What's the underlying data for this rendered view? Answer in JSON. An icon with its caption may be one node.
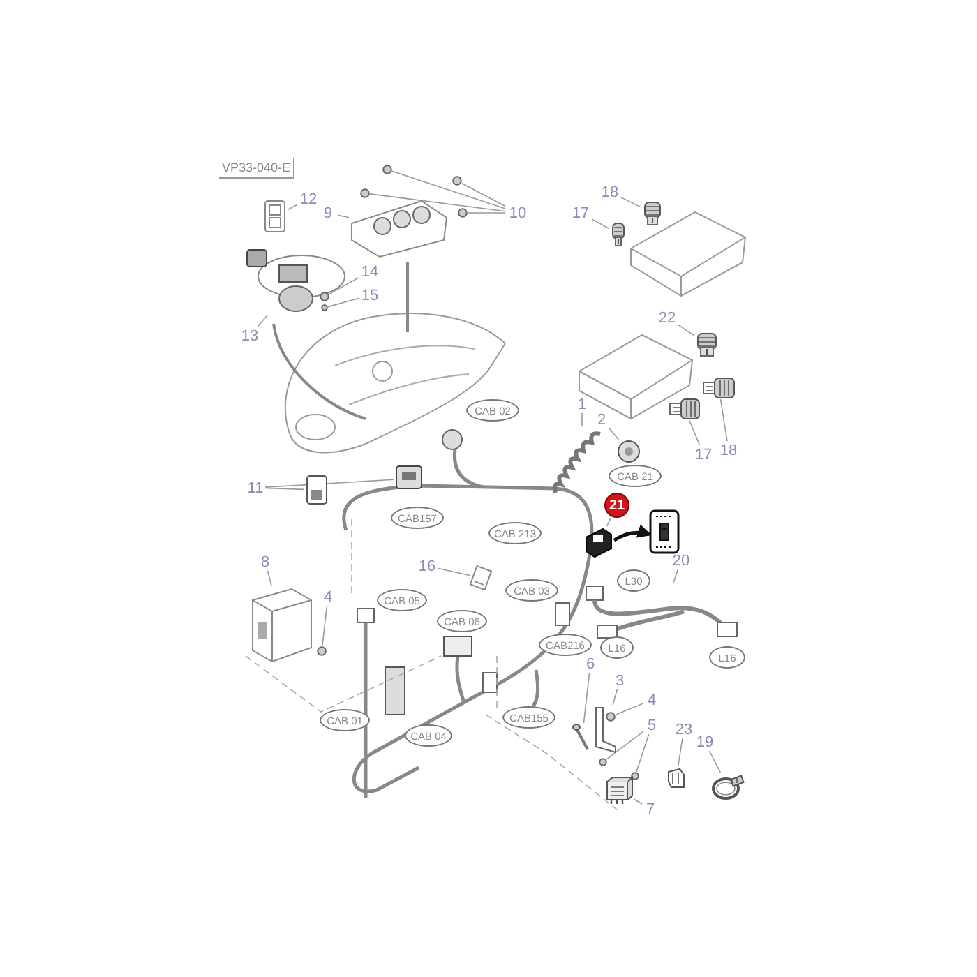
{
  "diagram": {
    "nodes": [
      {
        "text": [
          "VP33-040-E"
        ]
      },
      {
        "text": [
          "12"
        ]
      },
      {
        "text": [],
        "shape": "picture"
      },
      {
        "text": [
          "9"
        ]
      },
      {
        "text": [],
        "shape": "picture"
      },
      {
        "text": [
          "10"
        ]
      },
      {
        "text": [],
        "shape": "circle"
      },
      {
        "text": [],
        "shape": "circle"
      },
      {
        "text": [],
        "shape": "circle"
      },
      {
        "text": [],
        "shape": "circle"
      },
      {
        "text": [
          "13"
        ]
      },
      {
        "text": [],
        "shape": "picture"
      },
      {
        "text": [
          "14"
        ]
      },
      {
        "text": [],
        "shape": "circle"
      },
      {
        "text": [
          "15"
        ]
      },
      {
        "text": [],
        "shape": "circle"
      },
      {
        "text": [
          "18"
        ]
      },
      {
        "text": [],
        "shape": "picture"
      },
      {
        "text": [
          "17"
        ]
      },
      {
        "text": [],
        "shape": "picture"
      },
      {
        "text": [
          "22"
        ]
      },
      {
        "text": [],
        "shape": "picture"
      },
      {
        "text": [
          "17"
        ]
      },
      {
        "text": [],
        "shape": "picture"
      },
      {
        "text": [
          "18"
        ]
      },
      {
        "text": [],
        "shape": "picture"
      },
      {
        "text": [
          "1"
        ]
      },
      {
        "text": [],
        "shape": "picture"
      },
      {
        "text": [
          "2"
        ]
      },
      {
        "text": [],
        "shape": "picture"
      },
      {
        "text": [
          "21"
        ]
      },
      {
        "text": [],
        "shape": "picture"
      },
      {
        "text": [],
        "shape": "picture"
      },
      {
        "text": [
          "11"
        ]
      },
      {
        "text": [],
        "shape": "picture"
      },
      {
        "text": [],
        "shape": "picture"
      },
      {
        "text": [
          "8"
        ]
      },
      {
        "text": [],
        "shape": "picture"
      },
      {
        "text": [
          "4"
        ]
      },
      {
        "text": [],
        "shape": "circle"
      },
      {
        "text": [
          "16"
        ]
      },
      {
        "text": [],
        "shape": "picture"
      },
      {
        "text": [
          "20"
        ]
      },
      {
        "text": [],
        "shape": "picture"
      },
      {
        "text": [
          "6"
        ]
      },
      {
        "text": [],
        "shape": "picture"
      },
      {
        "text": [
          "3"
        ]
      },
      {
        "text": [],
        "shape": "picture"
      },
      {
        "text": [
          "4"
        ]
      },
      {
        "text": [],
        "shape": "circle"
      },
      {
        "text": [
          "5"
        ]
      },
      {
        "text": [],
        "shape": "circle"
      },
      {
        "text": [],
        "shape": "circle"
      },
      {
        "text": [
          "7"
        ]
      },
      {
        "text": [],
        "shape": "picture"
      },
      {
        "text": [
          "23"
        ]
      },
      {
        "text": [],
        "shape": "picture"
      },
      {
        "text": [
          "19"
        ]
      },
      {
        "text": [],
        "shape": "picture"
      },
      {
        "text": [
          "CAB 02"
        ]
      },
      {
        "text": [
          "CAB 21"
        ]
      },
      {
        "text": [
          "L30"
        ]
      },
      {
        "text": [
          "CAB157"
        ]
      },
      {
        "text": [
          "CAB 213"
        ]
      },
      {
        "text": [
          "CAB 03"
        ]
      },
      {
        "text": [
          "CAB 05"
        ]
      },
      {
        "text": [
          "CAB 06"
        ]
      },
      {
        "text": [
          "CAB216"
        ]
      },
      {
        "text": [
          "L16"
        ]
      },
      {
        "text": [
          "L16"
        ]
      },
      {
        "text": [
          "CAB 01"
        ]
      },
      {
        "text": [
          "CAB 04"
        ]
      },
      {
        "text": [
          "CAB155"
        ]
      }
    ],
    "edges": [
      {
        "from": 1,
        "to": 2,
        "arrow": "none"
      },
      {
        "from": 3,
        "to": 4,
        "arrow": "none"
      },
      {
        "from": 5,
        "to": 6,
        "arrow": "none"
      },
      {
        "from": 5,
        "to": 7,
        "arrow": "none"
      },
      {
        "from": 5,
        "to": 8,
        "arrow": "none"
      },
      {
        "from": 5,
        "to": 9,
        "arrow": "none"
      },
      {
        "from": 10,
        "to": 11,
        "arrow": "none"
      },
      {
        "from": 12,
        "to": 13,
        "arrow": "none"
      },
      {
        "from": 14,
        "to": 15,
        "arrow": "none"
      },
      {
        "from": 16,
        "to": 17,
        "arrow": "none"
      },
      {
        "from": 18,
        "to": 19,
        "arrow": "none"
      },
      {
        "from": 20,
        "to": 21,
        "arrow": "none"
      },
      {
        "from": 22,
        "to": 23,
        "arrow": "none"
      },
      {
        "from": 24,
        "to": 25,
        "arrow": "none"
      },
      {
        "from": 26,
        "to": 27,
        "arrow": "none"
      },
      {
        "from": 28,
        "to": 29,
        "arrow": "none"
      },
      {
        "from": 30,
        "to": 31,
        "arrow": "none"
      },
      {
        "from": 31,
        "to": 32,
        "arrow": "to",
        "style": "thick",
        "color": "#111111"
      },
      {
        "from": 33,
        "to": 34,
        "arrow": "none"
      },
      {
        "from": 33,
        "to": 35,
        "arrow": "none"
      },
      {
        "from": 36,
        "to": 37,
        "arrow": "none"
      },
      {
        "from": 38,
        "to": 39,
        "arrow": "none"
      },
      {
        "from": 40,
        "to": 41,
        "arrow": "none"
      },
      {
        "from": 42,
        "to": 43,
        "arrow": "none"
      },
      {
        "from": 44,
        "to": 45,
        "arrow": "none"
      },
      {
        "from": 46,
        "to": 47,
        "arrow": "none"
      },
      {
        "from": 48,
        "to": 49,
        "arrow": "none"
      },
      {
        "from": 50,
        "to": 51,
        "arrow": "none"
      },
      {
        "from": 50,
        "to": 52,
        "arrow": "none"
      },
      {
        "from": 53,
        "to": 54,
        "arrow": "none"
      },
      {
        "from": 55,
        "to": 56,
        "arrow": "none"
      },
      {
        "from": 57,
        "to": 58,
        "arrow": "none"
      }
    ]
  }
}
